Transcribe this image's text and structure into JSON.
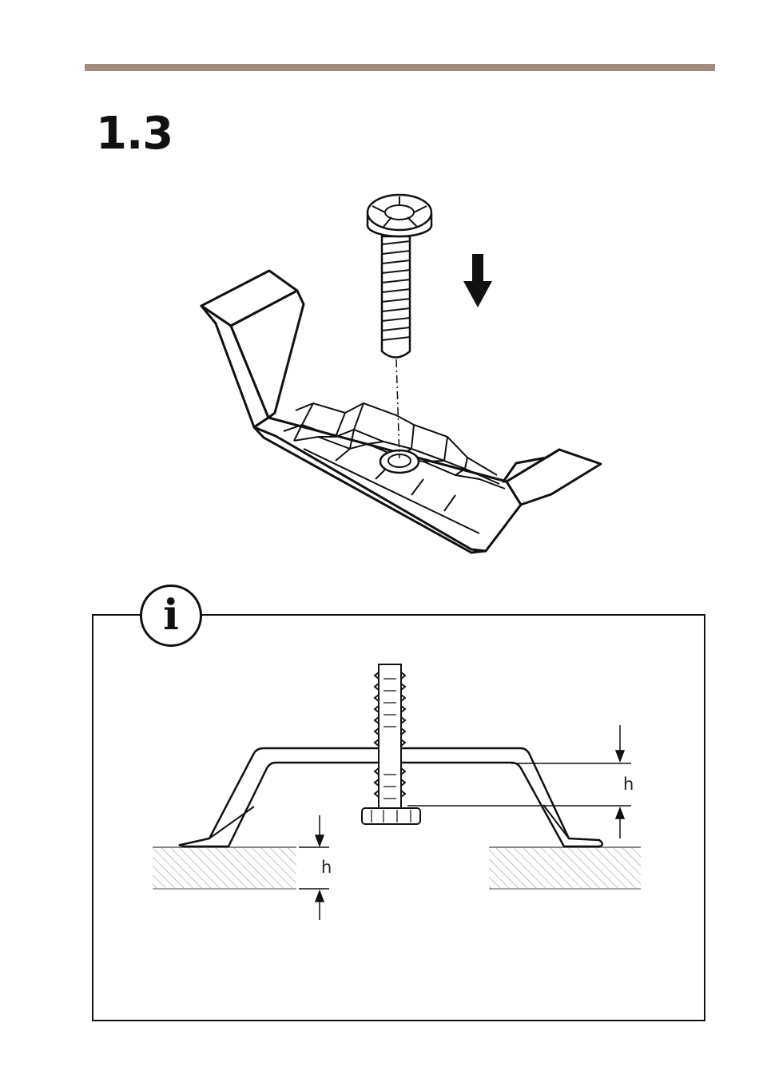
{
  "step": {
    "number": "1.3"
  },
  "info": {
    "icon_glyph": "i"
  },
  "dimensions": {
    "height_label_right": "h",
    "height_label_left": "h"
  },
  "colors": {
    "rule": "#a08b7d",
    "ink": "#111111",
    "hatch": "#888888"
  }
}
